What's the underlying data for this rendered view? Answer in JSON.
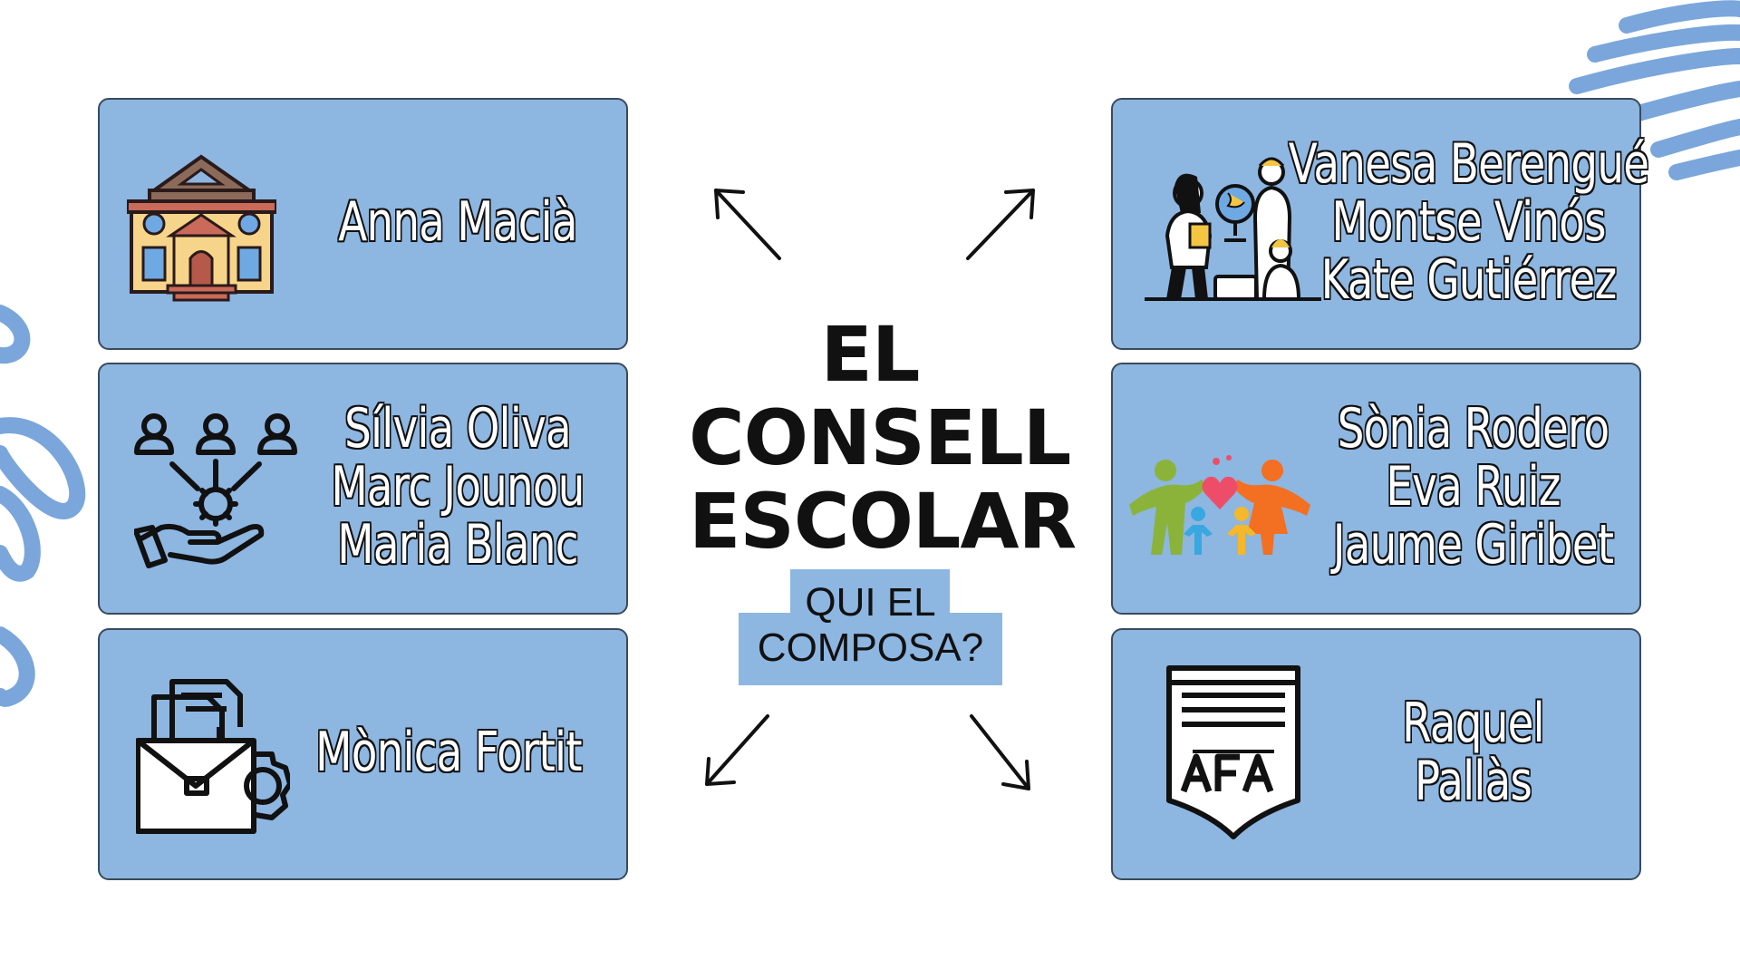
{
  "title": {
    "line1": "EL",
    "line2": "CONSELL",
    "line3": "ESCOLAR"
  },
  "subtitle": {
    "line1": "QUI EL",
    "line2": "COMPOSA?"
  },
  "colors": {
    "card": "#8db6e1",
    "accent": "#6f9fd8",
    "text": "#111111"
  },
  "cards": {
    "top_left": {
      "icon": "school-building-icon",
      "names": [
        "Anna Macià"
      ]
    },
    "mid_left": {
      "icon": "team-management-icon",
      "names": [
        "Sílvia Oliva",
        "Marc Jounou",
        "Maria Blanc"
      ]
    },
    "bot_left": {
      "icon": "briefcase-documents-icon",
      "names": [
        "Mònica Fortit"
      ]
    },
    "top_right": {
      "icon": "teachers-group-icon",
      "names": [
        "Vanesa Berengué",
        "Montse Vinós",
        "Kate Gutiérrez"
      ]
    },
    "mid_right": {
      "icon": "family-heart-icon",
      "names": [
        "Sònia Rodero",
        "Eva Ruiz",
        "Jaume Giribet"
      ]
    },
    "bot_right": {
      "icon": "afa-shield-icon",
      "names": [
        "Raquel",
        "Pallàs"
      ]
    }
  }
}
